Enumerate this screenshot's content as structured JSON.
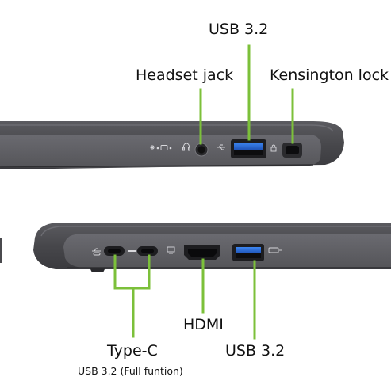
{
  "colors": {
    "callout_line": "#7cc03a",
    "chassis": "#4a4a4e",
    "usb_blue": "#2f6fd6",
    "background": "#ffffff"
  },
  "top_view": {
    "labels": {
      "usb": "USB 3.2",
      "headset": "Headset jack",
      "kensington": "Kensington lock"
    },
    "ports": [
      "led-indicators",
      "headset-jack",
      "usb-a-port",
      "kensington-lock-slot"
    ]
  },
  "bottom_view": {
    "labels": {
      "type_c": "Type-C",
      "type_c_sub": "USB 3.2 (Full funtion)",
      "hdmi": "HDMI",
      "usb": "USB 3.2"
    },
    "ports": [
      "usb-c-port-1",
      "usb-c-port-2",
      "hdmi-port",
      "usb-a-port"
    ]
  }
}
